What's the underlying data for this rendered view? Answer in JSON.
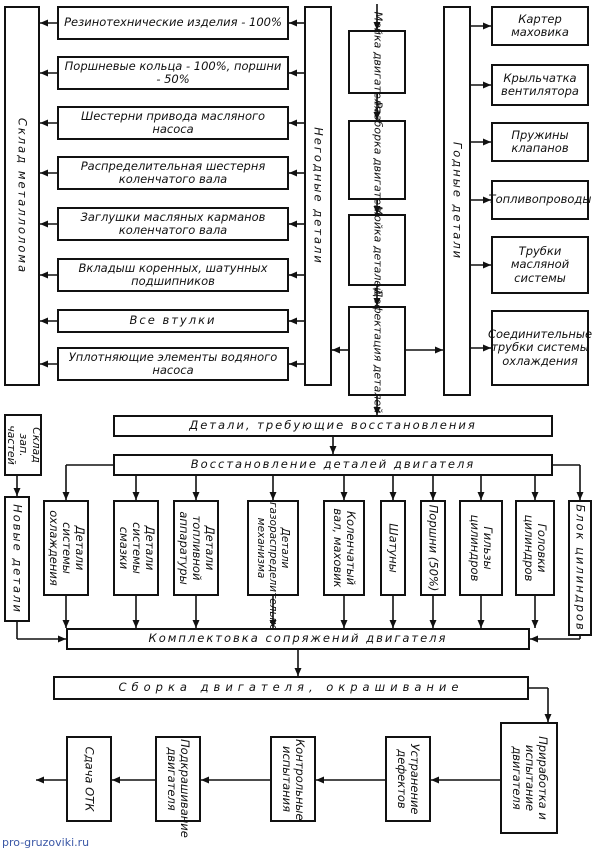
{
  "diagram": {
    "rejected_parts": {
      "label": "Негодные детали",
      "items": [
        "Резинотехнические изделия - 100%",
        "Поршневые кольца - 100%, поршни - 50%",
        "Шестерни привода масляного насоса",
        "Распределительная шестерня коленчатого вала",
        "Заглушки масляных карманов коленчатого вала",
        "Вкладыш коренных, шатунных подшипников",
        "Все втулки",
        "Уплотняющие элементы водяного насоса"
      ]
    },
    "scrap_store": "Склад металлолома",
    "process": [
      "Мойка двигателя",
      "Разборка двигателя",
      "Мойка деталей",
      "Дефектация деталей"
    ],
    "good_parts": {
      "label": "Годные детали",
      "items": [
        "Картер маховика",
        "Крыльчатка вентилятора",
        "Пружины клапанов",
        "Топливопроводы",
        "Трубки масляной системы",
        "Соединительные трубки системы охлаждения"
      ]
    },
    "restore_needed": "Детали, требующие восстановления",
    "engine_restore": "Восстановление деталей двигателя",
    "spare_store": "Склад зап. частей",
    "new_parts": "Новые детали",
    "restore_parts": [
      "Детали системы охлаждения",
      "Детали системы смазки",
      "Детали топливной аппаратуры",
      "Детали газораспределительного механизма",
      "Коленчатый вал, маховик",
      "Шатуны",
      "Поршни (50%)",
      "Гильзы цилиндров",
      "Головки цилиндров",
      "Блок цилиндров"
    ],
    "kit": "Комплектовка сопряжений двигателя",
    "assembly": "Сборка двигателя, окрашивание",
    "final_steps": [
      "Сдача ОТК",
      "Подкрашивание двигателя",
      "Контрольные испытания",
      "Устранение дефектов",
      "Приработка и испытание двигателя"
    ]
  },
  "watermark": "pro-gruzoviki.ru"
}
